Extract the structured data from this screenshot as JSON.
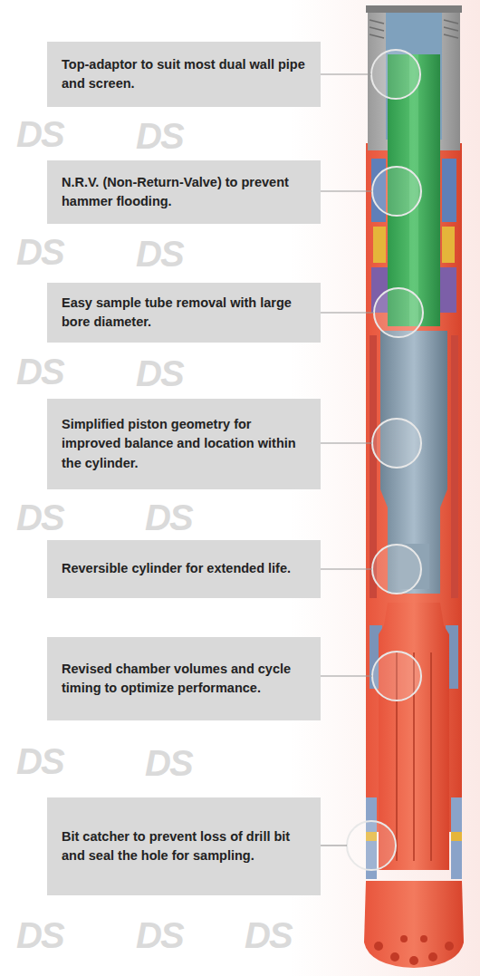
{
  "diagram": {
    "nodes": [
      {
        "text": [
          "Top-adaptor to suit most dual wall pipe and screen."
        ]
      },
      {
        "text": [
          "N.R.V. (Non-Return-Valve) to prevent hammer flooding."
        ]
      },
      {
        "text": [
          "Easy sample tube removal with large bore diameter."
        ]
      },
      {
        "text": [
          "Simplified piston geometry for improved balance and location within the cylinder."
        ]
      },
      {
        "text": [
          "Reversible cylinder for extended life."
        ]
      },
      {
        "text": [
          "Revised chamber volumes and cycle timing to optimize performance."
        ]
      },
      {
        "text": [
          "Bit catcher to prevent loss of drill bit and seal the hole for sampling."
        ]
      }
    ],
    "labels": [
      "DS",
      "DS",
      "DS",
      "DS",
      "DS",
      "DS",
      "DS",
      "DS",
      "DS",
      "DS",
      "DS",
      "DS",
      "DS"
    ]
  }
}
